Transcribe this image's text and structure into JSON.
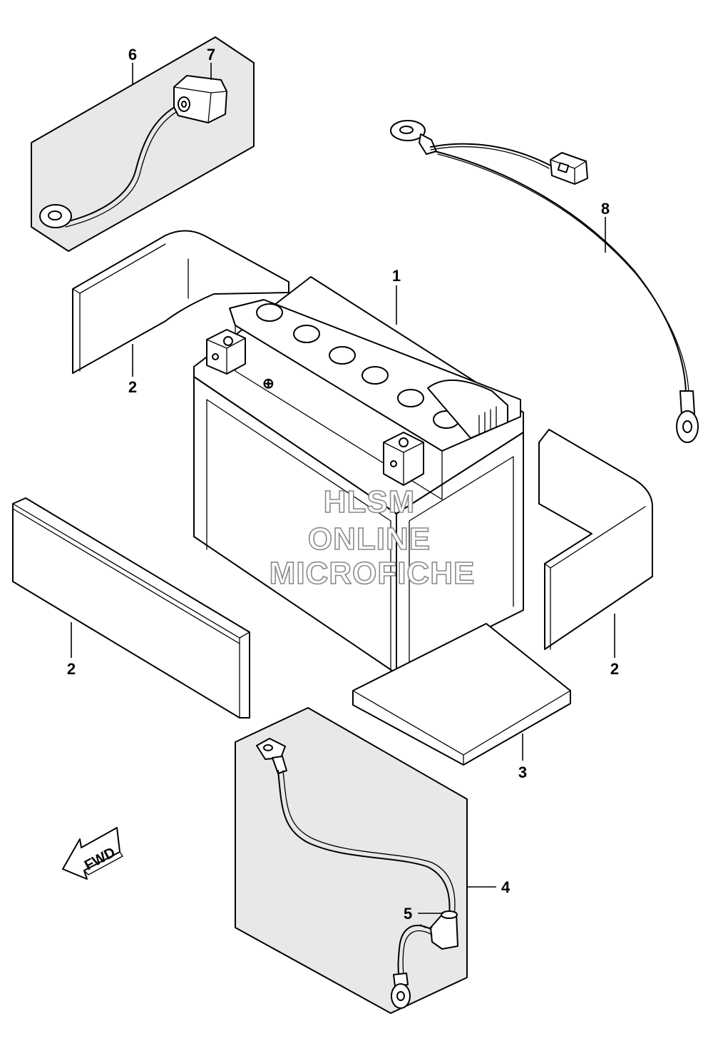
{
  "callouts": [
    {
      "id": "battery",
      "label": "1"
    },
    {
      "id": "pad-top-left",
      "label": "2"
    },
    {
      "id": "pad-left",
      "label": "2"
    },
    {
      "id": "pad-right",
      "label": "2"
    },
    {
      "id": "battery-tray-pad",
      "label": "3"
    },
    {
      "id": "negative-cable",
      "label": "4"
    },
    {
      "id": "cable-cap",
      "label": "5"
    },
    {
      "id": "starter-cable-set",
      "label": "6"
    },
    {
      "id": "terminal-cover",
      "label": "7"
    },
    {
      "id": "harness-lead",
      "label": "8"
    }
  ],
  "watermark": {
    "line1": "HLSM",
    "line2": "ONLINE",
    "line3": "MICROFICHE"
  },
  "fwd_label": "FWD",
  "colors": {
    "line": "#000000",
    "panel": "#e8e8e8",
    "watermark_stroke": "#8a8a8a"
  }
}
